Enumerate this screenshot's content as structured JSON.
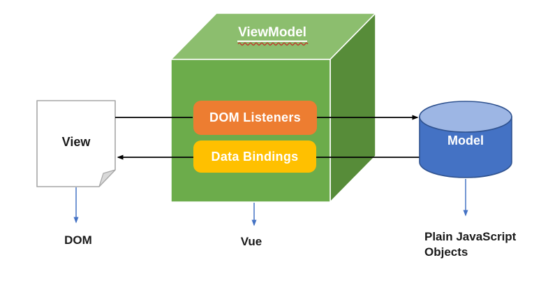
{
  "diagram": {
    "viewmodel_title": "ViewModel",
    "view": {
      "label": "View",
      "caption": "DOM"
    },
    "boxes": {
      "dom_listeners": "DOM Listeners",
      "data_bindings": "Data Bindings"
    },
    "model": {
      "label": "Model",
      "caption": "Plain JavaScript Objects"
    },
    "cube_caption": "Vue",
    "colors": {
      "cube_front": "#6CAC4B",
      "cube_top": "#8CBE6E",
      "cube_side": "#578C39",
      "dom_listeners_fill": "#ED7D31",
      "dom_listeners_border": "#C96A24",
      "data_bindings_fill": "#FFC000",
      "data_bindings_border": "#DFA801",
      "cylinder_fill": "#4472C4",
      "cylinder_top_fill": "#9DB6E4",
      "cylinder_border": "#2F528F",
      "arrow_black": "#000000",
      "arrow_blue": "#4472C4",
      "squiggle_red": "#C0392B",
      "doc_border": "#A6A6A6"
    }
  }
}
